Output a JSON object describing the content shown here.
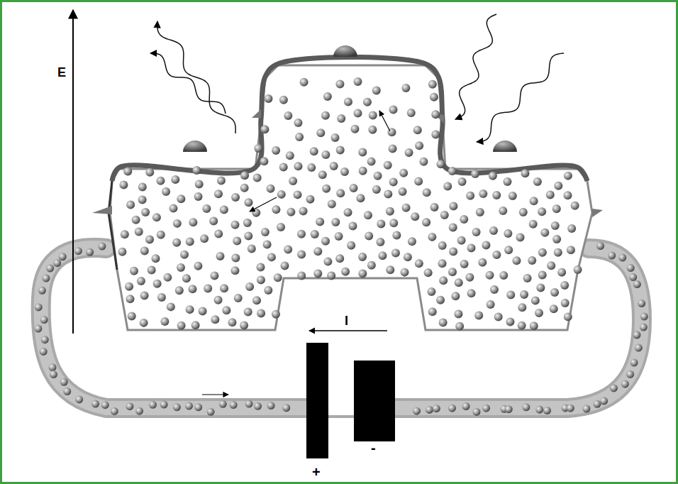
{
  "diagram": {
    "labels": [
      "E",
      "I",
      "+",
      "-"
    ]
  }
}
